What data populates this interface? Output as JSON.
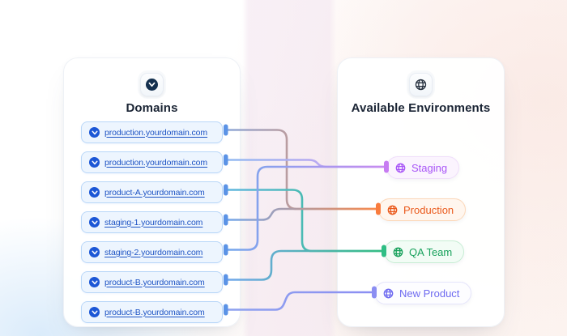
{
  "domains_panel": {
    "title": "Domains",
    "items": [
      {
        "label": "production.yourdomain.com"
      },
      {
        "label": "production.yourdomain.com"
      },
      {
        "label": "product-A.yourdomain.com"
      },
      {
        "label": "staging-1.yourdomain.com"
      },
      {
        "label": "staging-2.yourdomain.com"
      },
      {
        "label": "product-B.yourdomain.com"
      },
      {
        "label": "product-B.yourdomain.com"
      }
    ],
    "chip_icon": "globe-badge-icon",
    "chip_bg": "#edf5fe",
    "chip_border": "#b9d7f8",
    "link_color": "#1d53c4",
    "cap_color": "#5b93e6"
  },
  "environments_panel": {
    "title": "Available Environments",
    "items": [
      {
        "id": "staging",
        "label": "Staging",
        "text_color": "#a855f7",
        "bg": "#fbf4fe",
        "border": "#f0defb",
        "cap": "#c77cf2"
      },
      {
        "id": "production",
        "label": "Production",
        "text_color": "#ea5a1c",
        "bg": "#fff6ee",
        "border": "#fcd8ba",
        "cap": "#f97c3e"
      },
      {
        "id": "qa",
        "label": "QA Team",
        "text_color": "#17a15b",
        "bg": "#f2fcf5",
        "border": "#c7edd4",
        "cap": "#2fbe84"
      },
      {
        "id": "newproduct",
        "label": "New Product",
        "text_color": "#6e6af0",
        "bg": "#fdfdff",
        "border": "#e5e4fb",
        "cap": "#8b8ef2"
      }
    ]
  },
  "connections": [
    {
      "from_domain": 0,
      "to_environment": "production",
      "stops": [
        "#8fa9d9",
        "#f98a4c"
      ]
    },
    {
      "from_domain": 1,
      "to_environment": "staging",
      "stops": [
        "#93bbf2",
        "#d49bf0"
      ]
    },
    {
      "from_domain": 2,
      "to_environment": "qa",
      "stops": [
        "#62b7e0",
        "#2fbe84"
      ]
    },
    {
      "from_domain": 3,
      "to_environment": "production",
      "stops": [
        "#74a8ec",
        "#f98a4c"
      ]
    },
    {
      "from_domain": 4,
      "to_environment": "staging",
      "stops": [
        "#74a8ec",
        "#c98cf0"
      ]
    },
    {
      "from_domain": 5,
      "to_environment": "qa",
      "stops": [
        "#74a8ec",
        "#34bd82"
      ]
    },
    {
      "from_domain": 6,
      "to_environment": "newproduct",
      "stops": [
        "#8fa3ef",
        "#8b8ef2"
      ]
    }
  ]
}
